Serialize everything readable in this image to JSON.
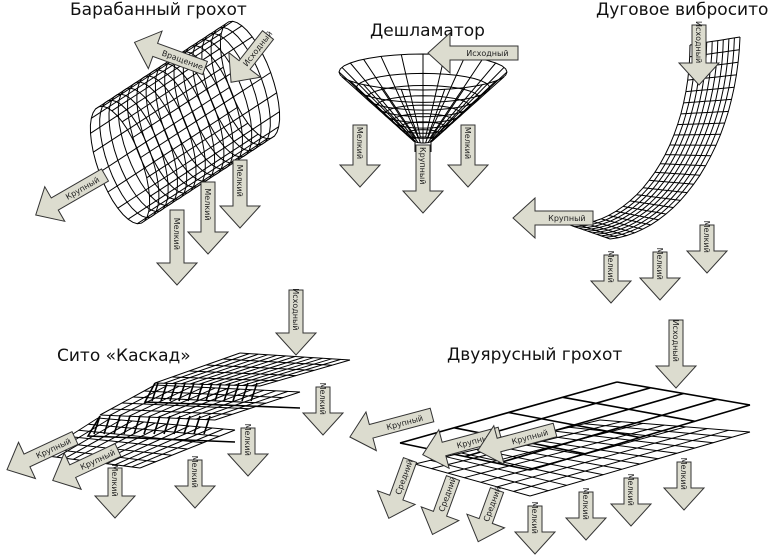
{
  "colors": {
    "arrow_fill": "#dcdccf",
    "arrow_stroke": "#333333",
    "mesh": "#000000"
  },
  "panels": [
    {
      "id": "drum",
      "title": "Барабанный грохот",
      "arrows": [
        {
          "label": "Вращение"
        },
        {
          "label": "Исходный"
        },
        {
          "label": "Крупный"
        },
        {
          "label": "Мелкий"
        },
        {
          "label": "Мелкий"
        },
        {
          "label": "Мелкий"
        }
      ]
    },
    {
      "id": "deslimer",
      "title": "Дешламатор",
      "arrows": [
        {
          "label": "Исходный"
        },
        {
          "label": "Мелкий"
        },
        {
          "label": "Крупный"
        },
        {
          "label": "Мелкий"
        }
      ]
    },
    {
      "id": "arc-screen",
      "title": "Дуговое вибросито",
      "arrows": [
        {
          "label": "Исходный"
        },
        {
          "label": "Крупный"
        },
        {
          "label": "Мелкий"
        },
        {
          "label": "Мелкий"
        },
        {
          "label": "Мелкий"
        }
      ]
    },
    {
      "id": "cascade",
      "title": "Сито «Каскад»",
      "arrows": [
        {
          "label": "Исходный"
        },
        {
          "label": "Мелкий"
        },
        {
          "label": "Крупный"
        },
        {
          "label": "Крупный"
        },
        {
          "label": "Мелкий"
        },
        {
          "label": "Мелкий"
        },
        {
          "label": "Мелкий"
        }
      ]
    },
    {
      "id": "two-deck",
      "title": "Двуярусный грохот",
      "arrows": [
        {
          "label": "Исходный"
        },
        {
          "label": "Крупный"
        },
        {
          "label": "Крупный"
        },
        {
          "label": "Крупный"
        },
        {
          "label": "Средний"
        },
        {
          "label": "Средний"
        },
        {
          "label": "Средний"
        },
        {
          "label": "Мелкий"
        },
        {
          "label": "Мелкий"
        },
        {
          "label": "Мелкий"
        },
        {
          "label": "Мелкий"
        }
      ]
    }
  ]
}
